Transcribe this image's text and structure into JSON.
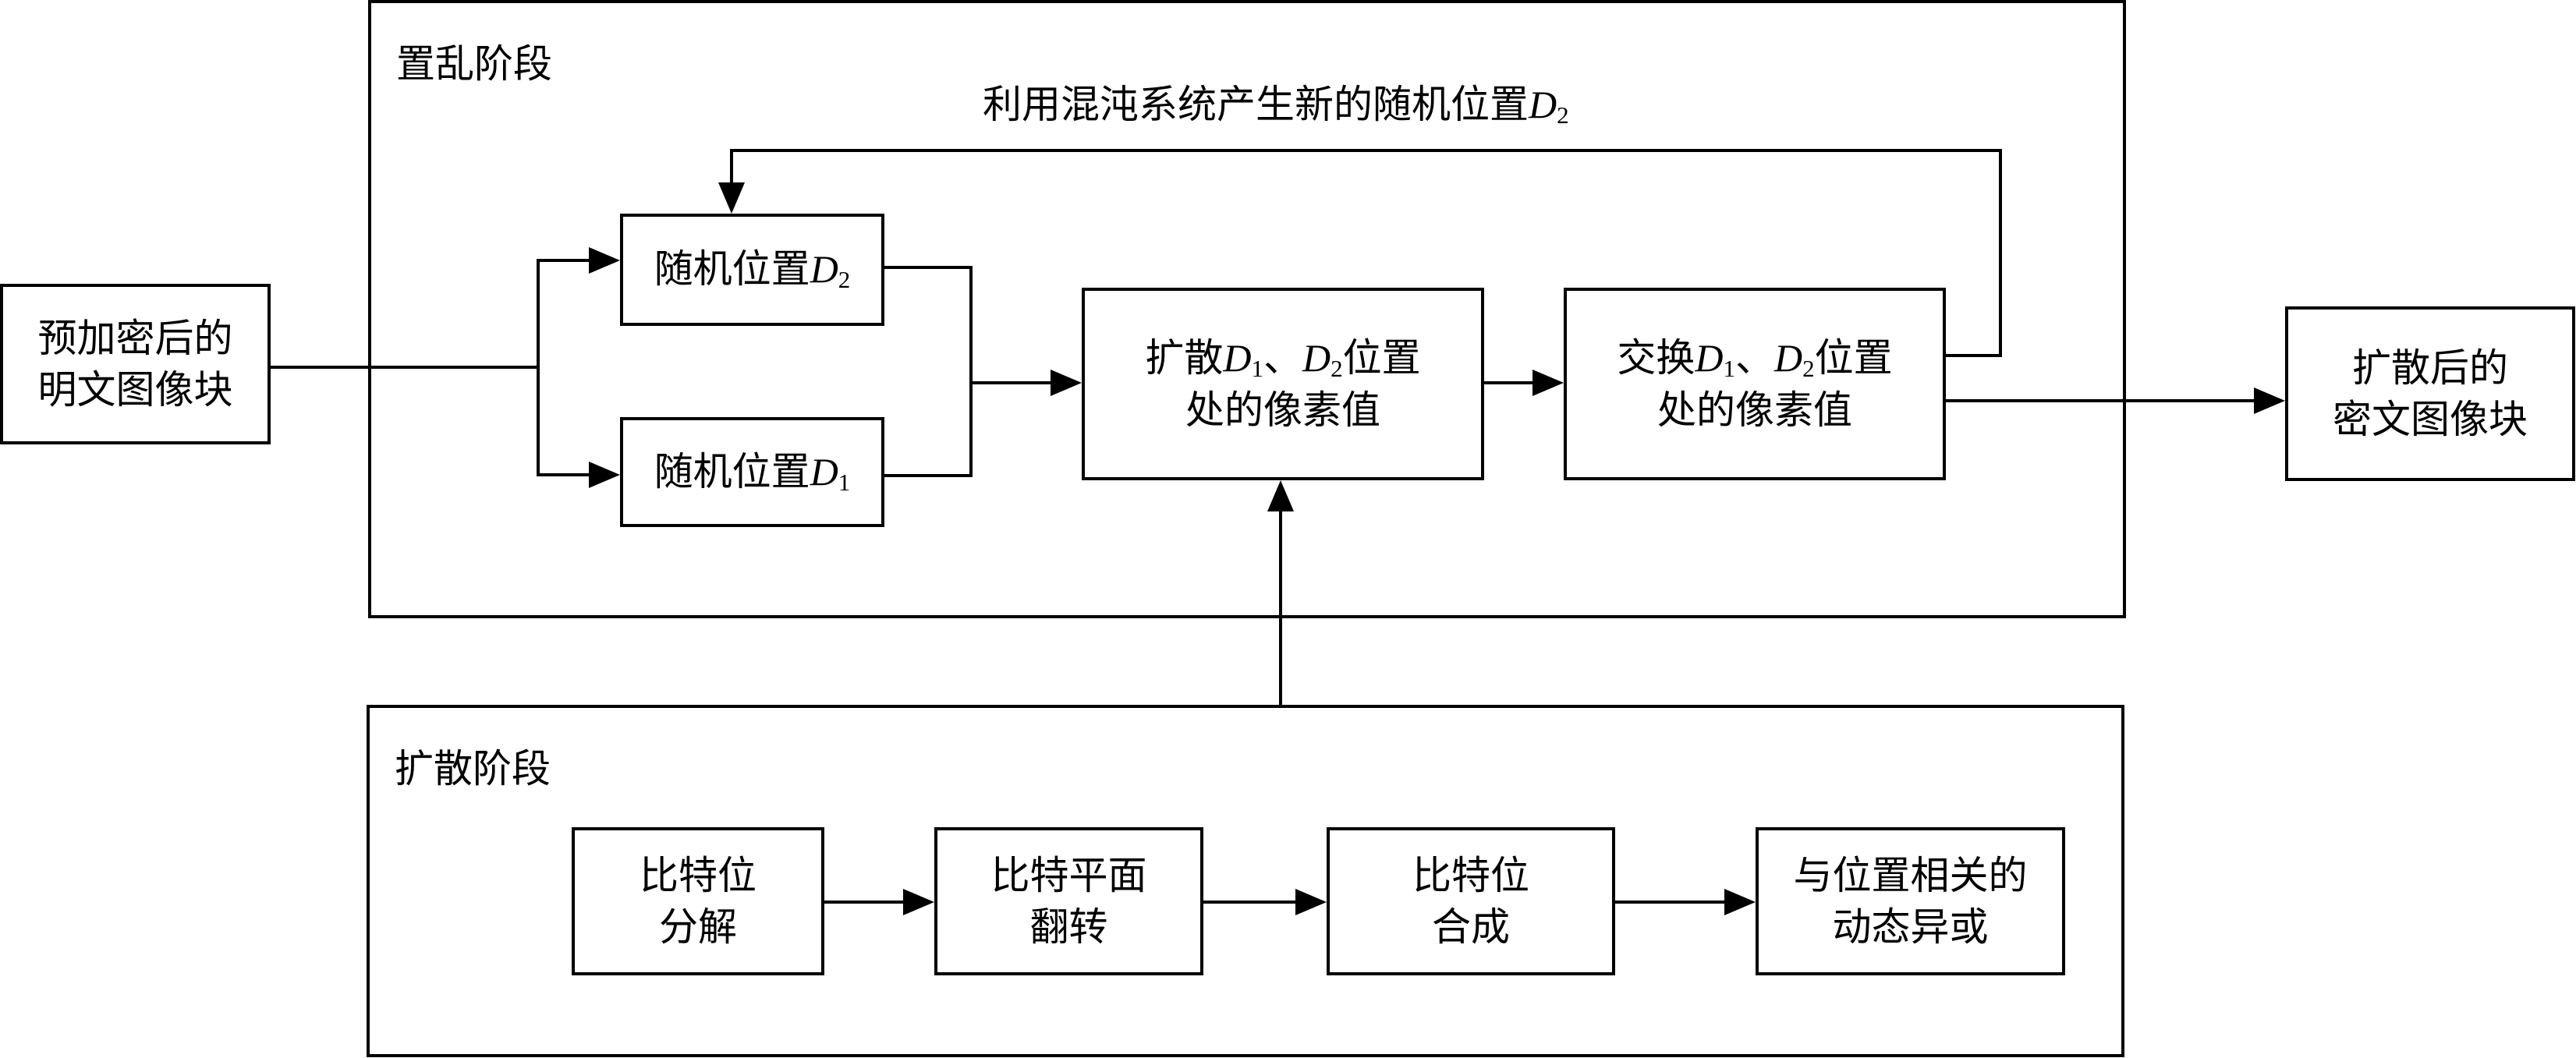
{
  "diagram": {
    "stage_scramble": {
      "title": "置乱阶段"
    },
    "stage_diffuse": {
      "title": "扩散阶段"
    },
    "feedback_label": {
      "prefix": "利用混沌系统产生新的随机位置",
      "var": "D",
      "sub": "2"
    },
    "input_block": {
      "line1": "预加密后的",
      "line2": "明文图像块"
    },
    "output_block": {
      "line1": "扩散后的",
      "line2": "密文图像块"
    },
    "random_d2": {
      "text": "随机位置",
      "var": "D",
      "sub": "2"
    },
    "random_d1": {
      "text": "随机位置",
      "var": "D",
      "sub": "1"
    },
    "diffuse_positions": {
      "pre": "扩散",
      "var1": "D",
      "sub1": "1",
      "sep": "、",
      "var2": "D",
      "sub2": "2",
      "post": "位置",
      "line2": "处的像素值"
    },
    "swap_positions": {
      "pre": "交换",
      "var1": "D",
      "sub1": "1",
      "sep": "、",
      "var2": "D",
      "sub2": "2",
      "post": "位置",
      "line2": "处的像素值"
    },
    "bit_decompose": {
      "line1": "比特位",
      "line2": "分解"
    },
    "bitplane_flip": {
      "line1": "比特平面",
      "line2": "翻转"
    },
    "bit_compose": {
      "line1": "比特位",
      "line2": "合成"
    },
    "position_xor": {
      "line1": "与位置相关的",
      "line2": "动态异或"
    }
  }
}
